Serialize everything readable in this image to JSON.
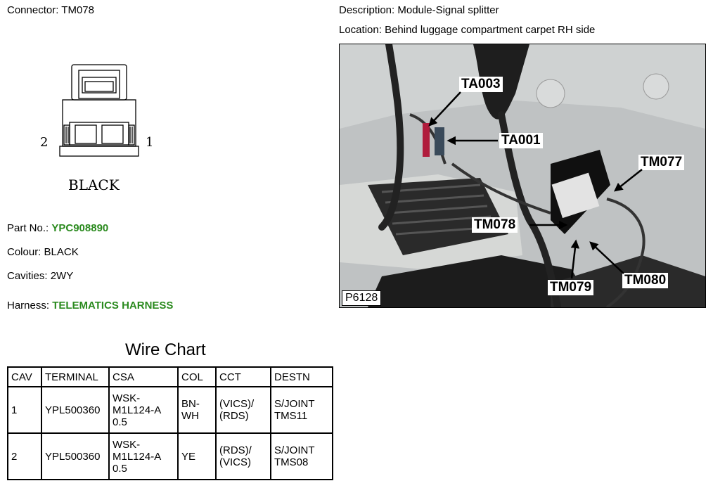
{
  "connector": {
    "label": "Connector:",
    "value": "TM078"
  },
  "description": {
    "label": "Description:",
    "value": "Module-Signal splitter"
  },
  "location": {
    "label": "Location:",
    "value": "Behind luggage compartment carpet RH side"
  },
  "drawing": {
    "pin_left": "2",
    "pin_right": "1",
    "colour_caption": "BLACK"
  },
  "part_no": {
    "label": "Part No.:",
    "value": "YPC908890"
  },
  "colour": {
    "label": "Colour:",
    "value": "BLACK"
  },
  "cavities": {
    "label": "Cavities:",
    "value": "2WY"
  },
  "harness": {
    "label": "Harness:",
    "value": "TELEMATICS HARNESS"
  },
  "photo": {
    "reference": "P6128",
    "callouts": [
      "TA003",
      "TA001",
      "TM077",
      "TM078",
      "TM079",
      "TM080"
    ]
  },
  "wire_chart": {
    "title": "Wire Chart",
    "headers": [
      "CAV",
      "TERMINAL",
      "CSA",
      "COL",
      "CCT",
      "DESTN"
    ],
    "rows": [
      [
        "1",
        "YPL500360",
        "WSK-\nM1L124-A\n0.5",
        "BN-\nWH",
        "(VICS)/\n(RDS)",
        "S/JOINT\nTMS11"
      ],
      [
        "2",
        "YPL500360",
        "WSK-\nM1L124-A\n0.5",
        "YE",
        "(RDS)/\n(VICS)",
        "S/JOINT\nTMS08"
      ]
    ]
  },
  "colors": {
    "green_text": "#2a8a1e"
  }
}
